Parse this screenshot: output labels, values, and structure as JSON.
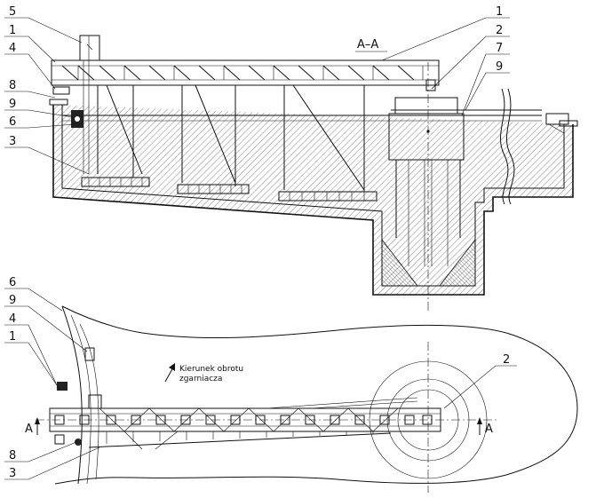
{
  "section_title": "A–A",
  "section_mark_left": "A",
  "section_mark_right": "A",
  "rotation_note": {
    "line1": "Kierunek obrotu",
    "line2": "zgarniacza"
  },
  "top_callouts": [
    "5",
    "1",
    "4",
    "8",
    "9",
    "6",
    "3"
  ],
  "top_right_callouts": [
    "1",
    "2",
    "7",
    "9"
  ],
  "bottom_callouts": [
    "6",
    "9",
    "4",
    "1",
    "8",
    "3"
  ],
  "bottom_right_callouts": [
    "2"
  ]
}
